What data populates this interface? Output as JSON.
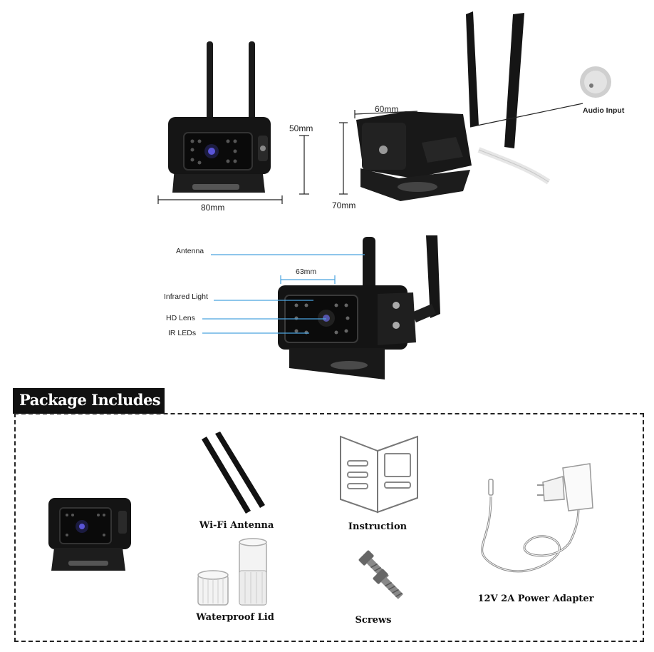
{
  "dimensions": {
    "height_front": "50mm",
    "width_front": "80mm",
    "width_side": "60mm",
    "height_side": "70mm",
    "width_lens": "63mm"
  },
  "callouts": {
    "audio_input": "Audio Input",
    "antenna": "Antenna",
    "infrared_light": "Infrared Light",
    "hd_lens": "HD Lens",
    "ir_leds": "IR LEDs"
  },
  "package": {
    "title": "Package Includes",
    "items": {
      "wifi_antenna": "Wi-Fi Antenna",
      "instruction": "Instruction",
      "waterproof_lid": "Waterproof Lid",
      "screws": "Screws",
      "power_adapter": "12V 2A Power Adapter"
    }
  },
  "colors": {
    "callout_line": "#4aa3df",
    "product_black": "#141414",
    "title_bar": "#111111"
  }
}
